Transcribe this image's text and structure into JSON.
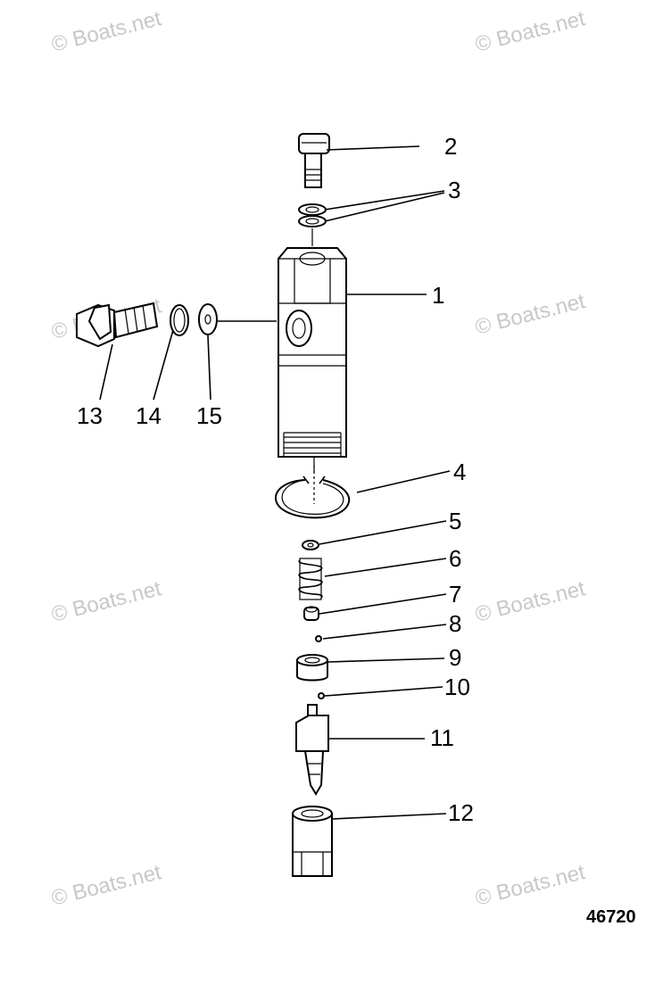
{
  "watermark_text": "© Boats.net",
  "figure_number": "46720",
  "callouts": [
    "1",
    "2",
    "3",
    "4",
    "5",
    "6",
    "7",
    "8",
    "9",
    "10",
    "11",
    "12",
    "13",
    "14",
    "15"
  ],
  "colors": {
    "ink": "#000000",
    "watermark": "#c8c8c8",
    "background": "#ffffff"
  }
}
